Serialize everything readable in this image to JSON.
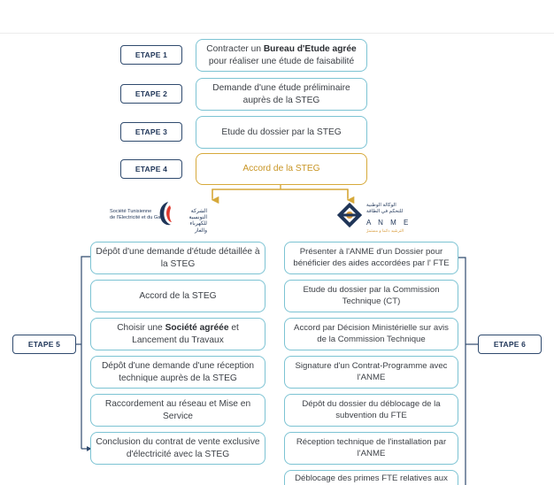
{
  "steps_top": [
    {
      "label": "ETAPE 1",
      "pre": "Contracter un ",
      "bold": "Bureau d'Etude agrée",
      "post": " pour réaliser une étude de faisabilité"
    },
    {
      "label": "ETAPE 2",
      "text": "Demande d'une étude préliminaire auprès de la STEG"
    },
    {
      "label": "ETAPE 3",
      "text": "Etude du dossier par la STEG"
    },
    {
      "label": "ETAPE 4",
      "text": "Accord de la STEG"
    }
  ],
  "logos": {
    "steg": {
      "fr_line1": "Société Tunisienne",
      "fr_line2": "de l'Electricité et du Gaz",
      "ar_line1": "الشركة التونسية",
      "ar_line2": "للكهرباء والغاز"
    },
    "anme": {
      "ar_line1": "الوكالة الوطنية",
      "ar_line2": "للتحكم في الطاقة",
      "name": "A N M E",
      "slogan": "الترشيد دائما و مستمرّ"
    }
  },
  "etape5": {
    "label": "ETAPE 5",
    "items": [
      {
        "text": "Dépôt d'une demande d'étude détaillée à la STEG"
      },
      {
        "text": "Accord de la STEG"
      },
      {
        "pre": "Choisir une ",
        "bold": "Société agréée",
        "post": " et Lancement du Travaux"
      },
      {
        "text": "Dépôt d'une demande d'une réception technique auprès de la STEG"
      },
      {
        "text": "Raccordement au réseau et Mise en Service"
      },
      {
        "text": "Conclusion du contrat de vente exclusive d'électricité avec la STEG"
      }
    ]
  },
  "etape6": {
    "label": "ETAPE 6",
    "items": [
      {
        "text": "Présenter à l'ANME d'un Dossier pour bénéficier des aides accordées par l' FTE"
      },
      {
        "text": "Etude du dossier par la Commission Technique (CT)"
      },
      {
        "text": "Accord par Décision Ministérielle sur avis de la Commission Technique"
      },
      {
        "text": "Signature d'un Contrat-Programme avec l'ANME"
      },
      {
        "text": "Dépôt du dossier du déblocage de la subvention du FTE"
      },
      {
        "text": "Réception technique de l'installation par l'ANME"
      },
      {
        "text": "Déblocage des primes FTE relatives aux"
      }
    ]
  }
}
